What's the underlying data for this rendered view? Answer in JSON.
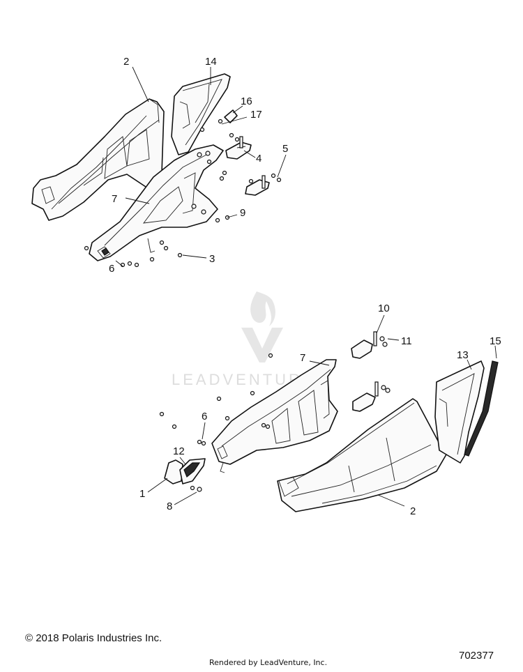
{
  "callouts": {
    "c1": "1",
    "c2a": "2",
    "c2b": "2",
    "c3": "3",
    "c4": "4",
    "c5": "5",
    "c6a": "6",
    "c6b": "6",
    "c7a": "7",
    "c7b": "7",
    "c8": "8",
    "c9": "9",
    "c10": "10",
    "c11": "11",
    "c12": "12",
    "c13": "13",
    "c14": "14",
    "c15": "15",
    "c16": "16",
    "c17": "17"
  },
  "watermark": "LEADVENTURE",
  "footer": {
    "copyright": "© 2018 Polaris Industries Inc.",
    "rendered_by": "Rendered by LeadVenture, Inc.",
    "diagram_number": "702377"
  }
}
